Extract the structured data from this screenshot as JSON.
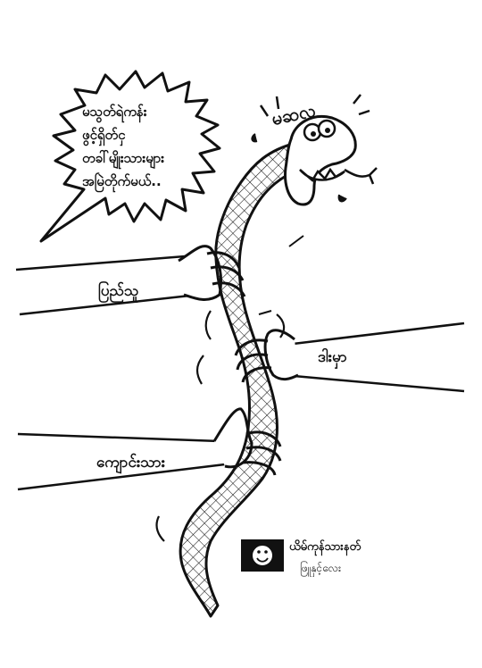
{
  "cartoon": {
    "speech_lines": [
      "မသွတ်ရဲကန်း",
      "ဖွင့်ရှိတ်ငှ",
      "တခါ်မျိုးသားများ",
      "အမြဲတိုက်မယ်.."
    ],
    "snake_head_label": "မဆလ",
    "hand_labels": {
      "top_left": "ပြည်သူ",
      "right": "ဒါးမှာ",
      "bottom_left": "ကျောင်းသား"
    },
    "signature": {
      "name": "ယိမ်ကုန်သားနတ်",
      "sub": "ဖြူနှင့်လေး"
    }
  },
  "colors": {
    "ink": "#111111",
    "paper": "#ffffff"
  }
}
